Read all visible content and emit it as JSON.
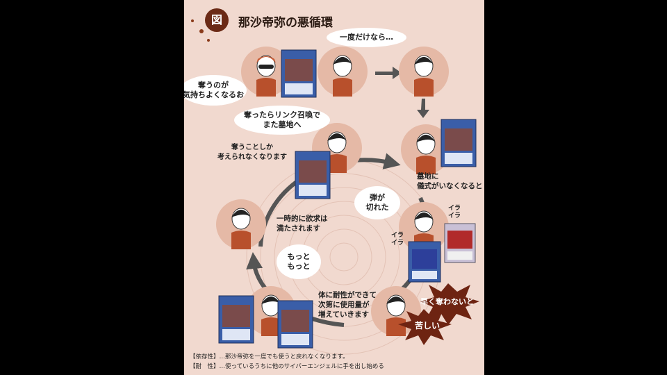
{
  "title": {
    "badge": "図",
    "text": "那沙帝弥の悪循環"
  },
  "bubbles": {
    "once": "一度だけなら…",
    "steal_good": "奪うのが\n気持ちよくなるお",
    "link": "奪ったらリンク召喚で\nまた墓地へ",
    "ammo": "弾が\n切れた",
    "more": "もっと\nもっと"
  },
  "notes": {
    "only_steal": "奪うことしか\n考えられなくなります",
    "graveyard": "墓地に\n儀式がいなくなると",
    "temporary": "一時的に欲求は\n満たされます",
    "tolerance": "体に耐性ができて\n次第に使用量が\n増えていきます",
    "ira1": "イラ\nイラ",
    "ira2": "イラ\nイラ",
    "hurry": "早く奪わないと",
    "painful": "苦しい"
  },
  "legend": [
    {
      "label": "【依存性】",
      "text": "…那沙帝弥を一度でも使うと戻れなくなります。"
    },
    {
      "label": "【耐　性】",
      "text": "…使っているうちに他のサイバーエンジェルに手を出し始める"
    }
  ],
  "colors": {
    "panel": "#f1d9cf",
    "circle": "#e5b9a6",
    "arrow": "#555555",
    "shirt": "#b8502c",
    "burst": "#6e2412"
  }
}
